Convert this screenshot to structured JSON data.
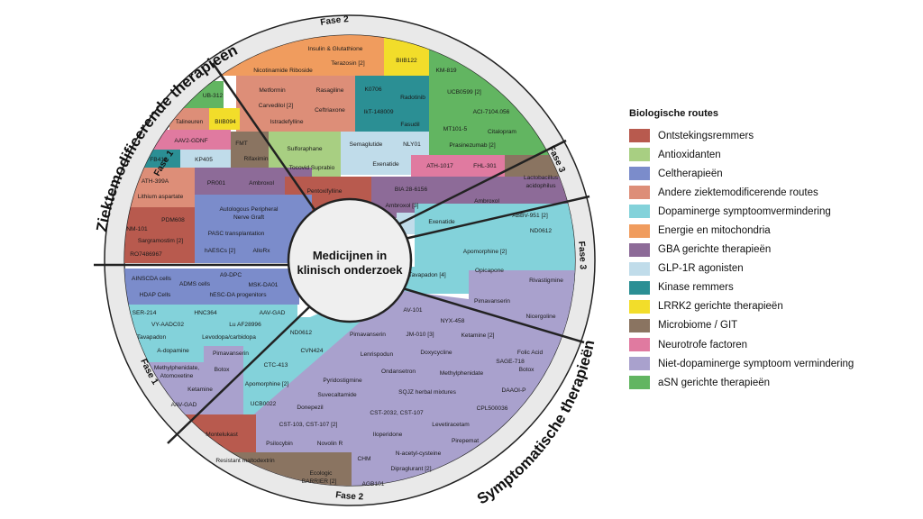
{
  "center": {
    "line1": "Medicijnen in",
    "line2": "klinisch onderzoek"
  },
  "arc_titles": {
    "top": "Ziektemodificerende therapieën",
    "bottom": "Symptomatische therapieën"
  },
  "phases": {
    "top_fase2": "Fase 2",
    "top_fase1": "Fase 1",
    "top_fase3": "Fase 3",
    "bottom_fase3": "Fase 3",
    "bottom_fase1": "Fase 1",
    "bottom_fase2": "Fase 2"
  },
  "legend": {
    "title": "Biologische routes",
    "items": [
      {
        "label": "Ontstekingsremmers",
        "color": "#b85a4e"
      },
      {
        "label": "Antioxidanten",
        "color": "#a8cf82"
      },
      {
        "label": "Celtherapieën",
        "color": "#7b8ccb"
      },
      {
        "label": "Andere ziektemodificerende routes",
        "color": "#dd8e78"
      },
      {
        "label": "Dopaminerge symptoomvermindering",
        "color": "#83d2da"
      },
      {
        "label": "Energie en mitochondria",
        "color": "#f09c5e"
      },
      {
        "label": "GBA gerichte therapieën",
        "color": "#8d6b98"
      },
      {
        "label": "GLP-1R agonisten",
        "color": "#c0dcea"
      },
      {
        "label": "Kinase remmers",
        "color": "#2b8f94"
      },
      {
        "label": "LRRK2 gerichte therapieën",
        "color": "#f2dd2a"
      },
      {
        "label": "Microbiome / GIT",
        "color": "#8a7461"
      },
      {
        "label": "Neurotrofe factoren",
        "color": "#e07aa0"
      },
      {
        "label": "Niet-dopaminerge symptoom vermindering",
        "color": "#a9a1cd"
      },
      {
        "label": "aSN gerichte therapieën",
        "color": "#62b561"
      }
    ]
  },
  "drugs": {
    "top": [
      "Insulin & Glutathione",
      "Terazosin [2]",
      "Nicotinamide Riboside",
      "BIIB122",
      "KM-819",
      "UB-312",
      "Metformin",
      "Rasagiline",
      "Carvedilol [2]",
      "Ceftriaxone",
      "Istradefylline",
      "K0706",
      "Radotinib",
      "IkT-148009",
      "Fasudil",
      "UCB0599 [2]",
      "ACI-7104.056",
      "MT101-5",
      "Citalopram",
      "Prasinezumab [2]",
      "Talineuren",
      "BIIB094",
      "AAV2-GDNF",
      "FMT",
      "Rifaximin",
      "FB418",
      "KP405",
      "Sulforaphane",
      "Tocovid Suprabio",
      "Semaglutide",
      "NLY01",
      "Exenatide",
      "ATH-1017",
      "FHL-301",
      "Lactobacillus acidophilus",
      "ATH-399A",
      "Lithium aspartate",
      "PR001",
      "Ambroxol",
      "Autologous Peripheral Nerve Graft",
      "Pentoxifylline",
      "BIA 28-6156",
      "Ambroxol [3]",
      "Ambroxol",
      "Exenatide",
      "PDM608",
      "NM-101",
      "Sargramostim [2]",
      "RO7486967",
      "PASC transplantation",
      "hAESCs [2]",
      "AlloRx"
    ],
    "bottom": [
      "AINSCDA cells",
      "A9-DPC",
      "ADMS cells",
      "MSK-DA01",
      "HDAP Cells",
      "hESC-DA progenitors",
      "ABBV-951 [2]",
      "ND0612",
      "Apomorphine [2]",
      "Tavapadon [4]",
      "Opicapone",
      "Rivastigmine",
      "Pimavanserin",
      "Nicergoline",
      "SER-214",
      "HNC364",
      "AAV-GAD",
      "VY-AADC02",
      "Lu AF28996",
      "Tavapadon",
      "Levodopa/carbidopa",
      "A-dopamine",
      "Pimavanserin",
      "Methylphenidate, Atomoxetine",
      "Botox",
      "Ketamine",
      "AAV-GAD",
      "ND0612",
      "CVN424",
      "CTC-413",
      "Apomorphine [2]",
      "UCB0022",
      "AV-101",
      "NYX-458",
      "Pimavanserin",
      "JM-010 [3]",
      "Ketamine [2]",
      "Lenrispodun",
      "Doxycycline",
      "Folic Acid",
      "SAGE-718",
      "Ondansetron",
      "Methylphenidate",
      "Botox",
      "Pyridostigmine",
      "Suvecaltamide",
      "SQJZ herbal mixtures",
      "DAAOI-P",
      "Donepezil",
      "CST-2032, CST-107",
      "CPL500036",
      "Montelukast",
      "CST-103, CST-107 [2]",
      "Levetiracetam",
      "Iloperidone",
      "Pirepemat",
      "Psilocybin",
      "Novolin R",
      "N-acetyl-cysteine",
      "Resistant maltodextrin",
      "CHM",
      "Dipraglurant [2]",
      "Ecologic BARRIER [2]",
      "AGB101"
    ]
  }
}
